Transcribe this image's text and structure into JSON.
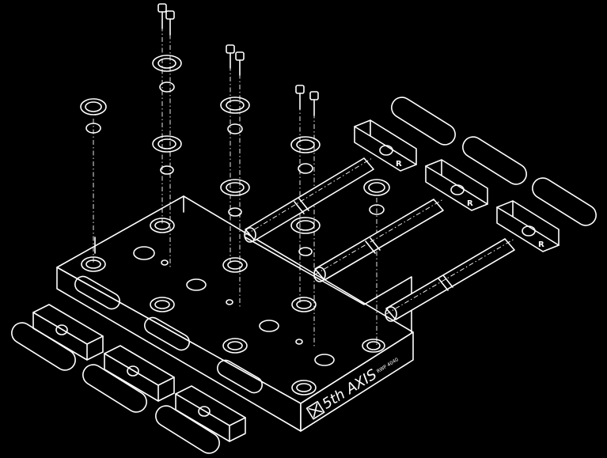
{
  "brand": {
    "logo_text": "5th AXIS",
    "side_label": "R",
    "plate_marking": "RWP 4040"
  }
}
